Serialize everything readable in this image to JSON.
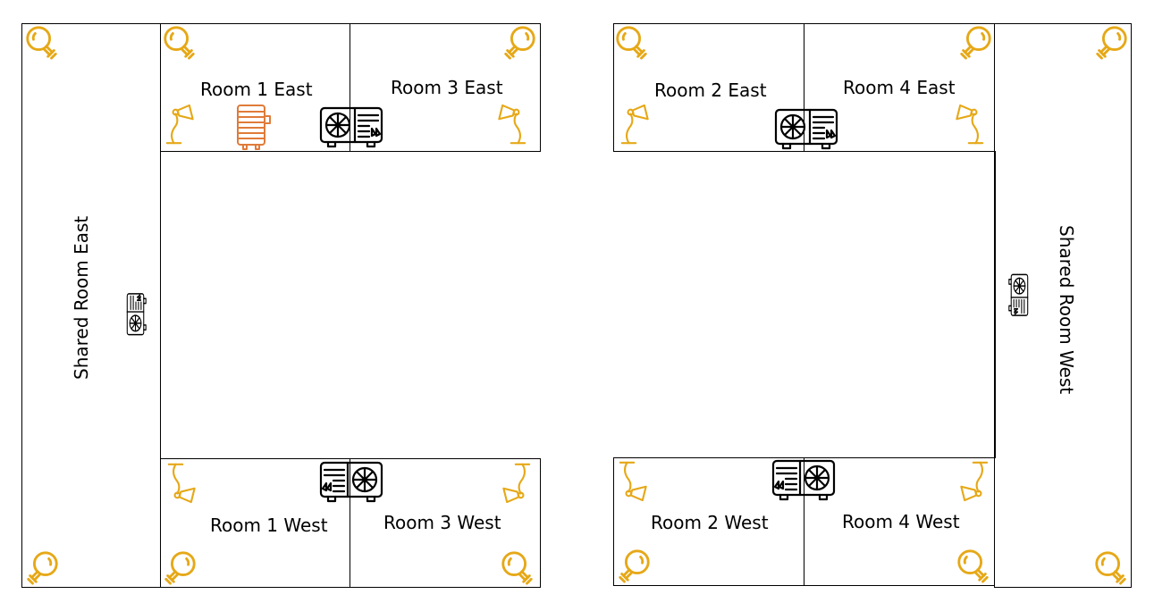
{
  "rooms": {
    "shared_east": "Shared Room East",
    "shared_west": "Shared Room West",
    "r1_east": "Room 1 East",
    "r3_east": "Room 3 East",
    "r2_east": "Room 2 East",
    "r4_east": "Room 4 East",
    "r1_west": "Room 1 West",
    "r3_west": "Room 3 West",
    "r2_west": "Room 2 West",
    "r4_west": "Room 4 West"
  },
  "icons": {
    "light_bulb": "light-bulb-icon",
    "desk_lamp": "desk-lamp-icon",
    "radiator": "radiator-icon",
    "ac_unit": "air-conditioner-icon"
  },
  "colors": {
    "light": "#E6A817",
    "radiator": "#E07B39",
    "ac": "#000000",
    "wall": "#000000"
  }
}
